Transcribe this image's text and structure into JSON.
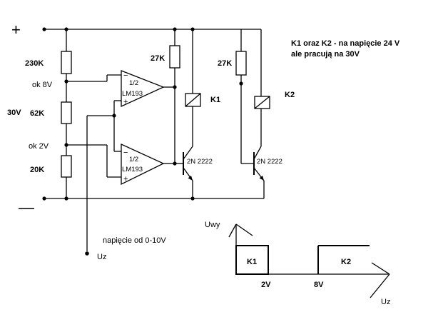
{
  "terminals": {
    "plus": "+",
    "minus": "—"
  },
  "supply_label": "30V",
  "resistors": {
    "r1": "230K",
    "r2": "62K",
    "r3": "20K",
    "r4": "27K",
    "r5": "27K"
  },
  "nodes": {
    "n8": "ok 8V",
    "n2": "ok 2V"
  },
  "opamps": {
    "u1": {
      "part": "1/2",
      "name": "LM193",
      "minus": "−",
      "plus": "+"
    },
    "u2": {
      "part": "1/2",
      "name": "LM193",
      "minus": "−",
      "plus": "+"
    }
  },
  "relays": {
    "k1": "K1",
    "k2": "K2"
  },
  "transistors": {
    "t1": "2N 2222",
    "t2": "2N 2222"
  },
  "note": {
    "line1": "K1 oraz K2 - na napięcie 24 V",
    "line2": "ale pracują na 30V"
  },
  "input": {
    "range": "napięcie od 0-10V",
    "terminal": "Uz"
  },
  "graph": {
    "y_label": "Uwy",
    "x_label": "Uz",
    "k1": "K1",
    "k2": "K2",
    "tick_2v": "2V",
    "tick_8v": "8V"
  }
}
